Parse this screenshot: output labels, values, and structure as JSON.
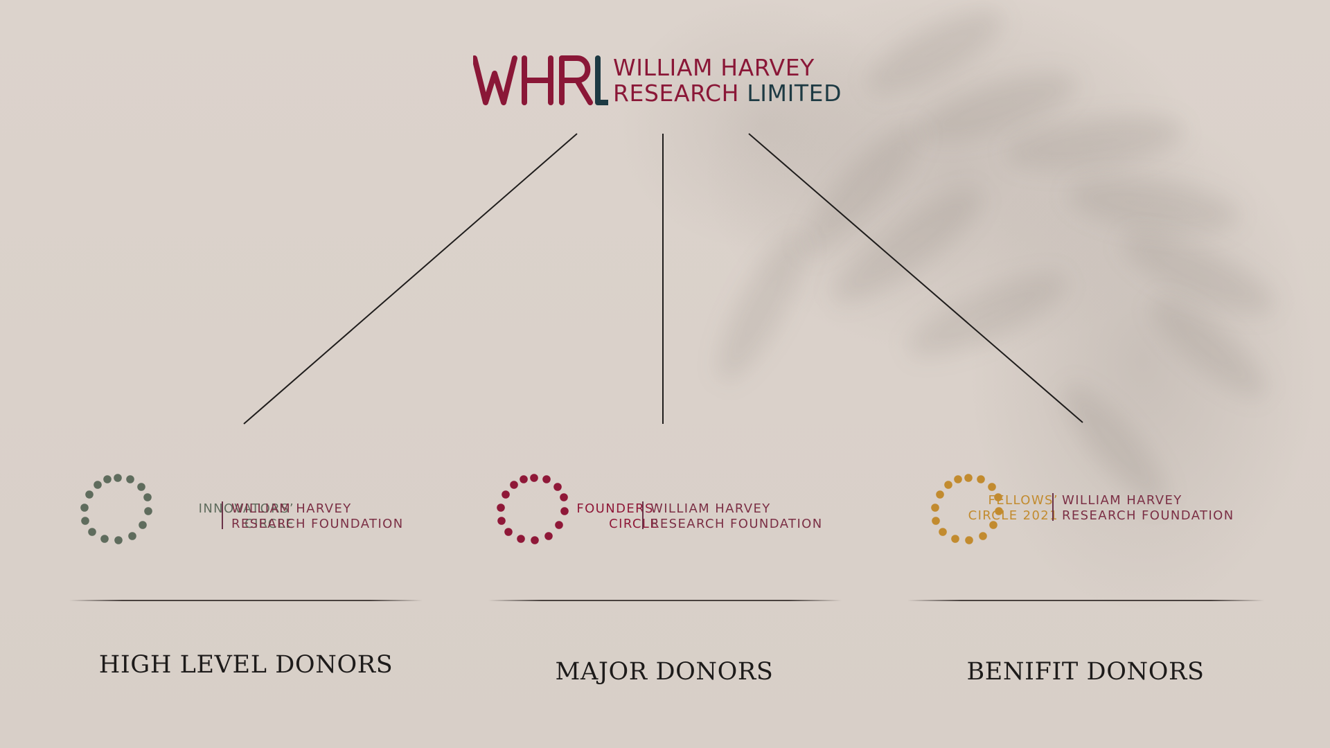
{
  "logo": {
    "mark": "WHRL",
    "line1": "WILLIAM HARVEY",
    "line2_part1": "RESEARCH",
    "line2_part2": "LIMITED",
    "colors": {
      "primary": "#8a1737",
      "secondary": "#1d3a43"
    }
  },
  "branches": [
    {
      "circle_line1": "INNOVATORS’",
      "circle_line2": "CIRCLE",
      "foundation_line1": "WILLIAM HARVEY",
      "foundation_line2": "RESEARCH FOUNDATION",
      "title": "HIGH LEVEL DONORS",
      "color": "#5f6c5d"
    },
    {
      "circle_line1": "FOUNDERS’",
      "circle_line2": "CIRCLE",
      "foundation_line1": "WILLIAM HARVEY",
      "foundation_line2": "RESEARCH FOUNDATION",
      "title": "MAJOR DONORS",
      "color": "#8f1838"
    },
    {
      "circle_line1": "FELLOWS’",
      "circle_line2": "CIRCLE 2021",
      "foundation_line1": "WILLIAM HARVEY",
      "foundation_line2": "RESEARCH FOUNDATION",
      "title": "BENIFIT DONORS",
      "color": "#c28b2f"
    }
  ]
}
